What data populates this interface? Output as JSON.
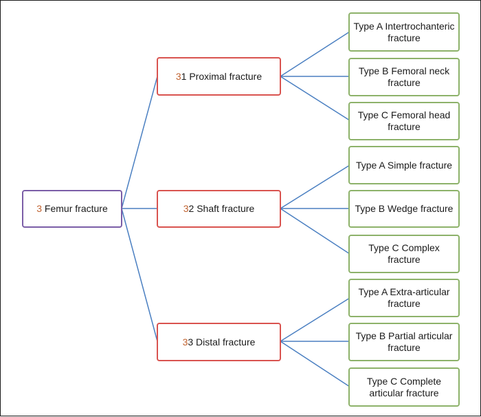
{
  "colors": {
    "root_border": "#7b5ea7",
    "mid_border": "#d9534f",
    "leaf_border": "#8db26a",
    "connector": "#4a7fc1",
    "code_text": "#c0622f"
  },
  "root": {
    "code": "3",
    "label": " Femur fracture"
  },
  "groups": [
    {
      "code": "3",
      "subcode": "1",
      "label": " Proximal fracture",
      "types": [
        {
          "line1": "Type A  Intertrochanteric",
          "line2": "fracture"
        },
        {
          "line1": "Type B Femoral neck",
          "line2": "fracture"
        },
        {
          "line1": "Type C  Femoral head",
          "line2": "fracture"
        }
      ]
    },
    {
      "code": "3",
      "subcode": "2",
      "label": " Shaft fracture",
      "types": [
        {
          "line1": "Type A  Simple fracture",
          "line2": ""
        },
        {
          "line1": "Type B  Wedge fracture",
          "line2": ""
        },
        {
          "line1": "Type C  Complex",
          "line2": "fracture"
        }
      ]
    },
    {
      "code": "3",
      "subcode": "3",
      "label": " Distal fracture",
      "types": [
        {
          "line1": "Type A  Extra-articular",
          "line2": "fracture"
        },
        {
          "line1": "Type B  Partial articular",
          "line2": "fracture"
        },
        {
          "line1": "Type C  Complete",
          "line2": "articular fracture"
        }
      ]
    }
  ]
}
